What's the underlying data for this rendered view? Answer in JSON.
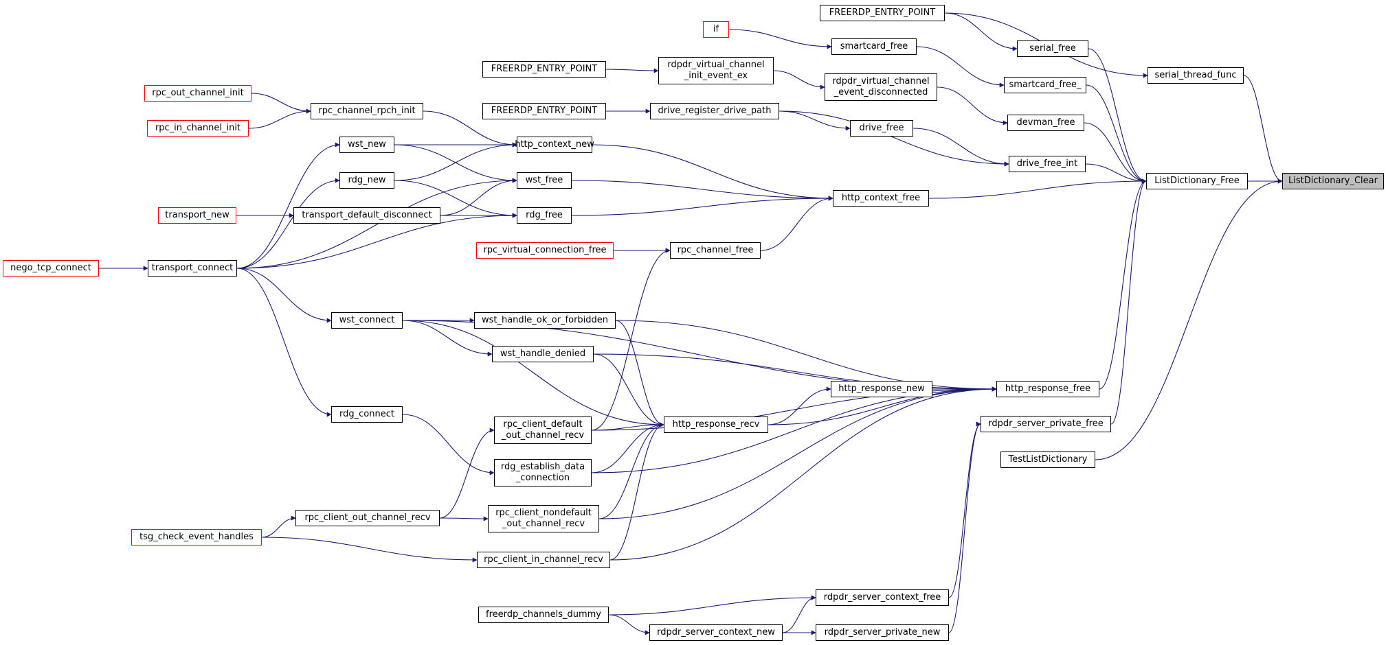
{
  "colors": {
    "edge": "#191970",
    "node_border": "#000000",
    "incomplete_node_border": "#ff0000",
    "focus_fill": "#bfbfbf",
    "background": "#ffffff"
  },
  "nodes": [
    {
      "id": "n0",
      "label": "ListDictionary_Clear",
      "style": "focus"
    },
    {
      "id": "n1",
      "label": "ListDictionary_Free",
      "style": "normal"
    },
    {
      "id": "n2",
      "label": "serial_thread_func",
      "style": "normal"
    },
    {
      "id": "n3",
      "label": "TestListDictionary",
      "style": "normal"
    },
    {
      "id": "n4",
      "label": "FREERDP_ENTRY_POINT",
      "style": "normal"
    },
    {
      "id": "n5",
      "label": "serial_free",
      "style": "normal"
    },
    {
      "id": "n6",
      "label": "smartcard_free_",
      "style": "normal"
    },
    {
      "id": "n7",
      "label": "smartcard_free",
      "style": "normal"
    },
    {
      "id": "n8",
      "label": "if",
      "style": "incomplete"
    },
    {
      "id": "n9",
      "label": "devman_free",
      "style": "normal"
    },
    {
      "id": "n10",
      "label": "rdpdr_virtual_channel\n_event_disconnected",
      "style": "normal"
    },
    {
      "id": "n11",
      "label": "rdpdr_virtual_channel\n_init_event_ex",
      "style": "normal"
    },
    {
      "id": "n12",
      "label": "FREERDP_ENTRY_POINT",
      "style": "normal"
    },
    {
      "id": "n13",
      "label": "drive_free_int",
      "style": "normal"
    },
    {
      "id": "n14",
      "label": "drive_free",
      "style": "normal"
    },
    {
      "id": "n15",
      "label": "drive_register_drive_path",
      "style": "normal"
    },
    {
      "id": "n16",
      "label": "FREERDP_ENTRY_POINT",
      "style": "normal"
    },
    {
      "id": "n17",
      "label": "http_context_free",
      "style": "normal"
    },
    {
      "id": "n18",
      "label": "http_context_new",
      "style": "normal"
    },
    {
      "id": "n19",
      "label": "wst_free",
      "style": "normal"
    },
    {
      "id": "n20",
      "label": "rdg_free",
      "style": "normal"
    },
    {
      "id": "n21",
      "label": "rpc_channel_free",
      "style": "normal"
    },
    {
      "id": "n22",
      "label": "rpc_virtual_connection_free",
      "style": "incomplete"
    },
    {
      "id": "n23",
      "label": "rpc_channel_rpch_init",
      "style": "normal"
    },
    {
      "id": "n24",
      "label": "rpc_out_channel_init",
      "style": "incomplete"
    },
    {
      "id": "n25",
      "label": "rpc_in_channel_init",
      "style": "incomplete"
    },
    {
      "id": "n26",
      "label": "wst_new",
      "style": "normal"
    },
    {
      "id": "n27",
      "label": "rdg_new",
      "style": "normal"
    },
    {
      "id": "n28",
      "label": "transport_default_disconnect",
      "style": "normal"
    },
    {
      "id": "n29",
      "label": "transport_new",
      "style": "incomplete"
    },
    {
      "id": "n30",
      "label": "transport_connect",
      "style": "normal"
    },
    {
      "id": "n31",
      "label": "nego_tcp_connect",
      "style": "incomplete"
    },
    {
      "id": "n32",
      "label": "http_response_free",
      "style": "normal"
    },
    {
      "id": "n33",
      "label": "http_response_new",
      "style": "normal"
    },
    {
      "id": "n34",
      "label": "http_response_recv",
      "style": "normal"
    },
    {
      "id": "n35",
      "label": "wst_handle_ok_or_forbidden",
      "style": "normal"
    },
    {
      "id": "n36",
      "label": "wst_handle_denied",
      "style": "normal"
    },
    {
      "id": "n37",
      "label": "wst_connect",
      "style": "normal"
    },
    {
      "id": "n38",
      "label": "rdg_connect",
      "style": "normal"
    },
    {
      "id": "n39",
      "label": "rpc_client_default\n_out_channel_recv",
      "style": "normal"
    },
    {
      "id": "n40",
      "label": "rdg_establish_data\n_connection",
      "style": "normal"
    },
    {
      "id": "n41",
      "label": "rpc_client_nondefault\n_out_channel_recv",
      "style": "normal"
    },
    {
      "id": "n42",
      "label": "rpc_client_out_channel_recv",
      "style": "normal"
    },
    {
      "id": "n43",
      "label": "tsg_check_event_handles",
      "style": "incomplete"
    },
    {
      "id": "n44",
      "label": "rpc_client_in_channel_recv",
      "style": "normal"
    },
    {
      "id": "n45",
      "label": "rdpdr_server_private_free",
      "style": "normal"
    },
    {
      "id": "n46",
      "label": "rdpdr_server_context_free",
      "style": "normal"
    },
    {
      "id": "n47",
      "label": "freerdp_channels_dummy",
      "style": "normal"
    },
    {
      "id": "n48",
      "label": "rdpdr_server_context_new",
      "style": "normal"
    },
    {
      "id": "n49",
      "label": "rdpdr_server_private_new",
      "style": "normal"
    }
  ]
}
